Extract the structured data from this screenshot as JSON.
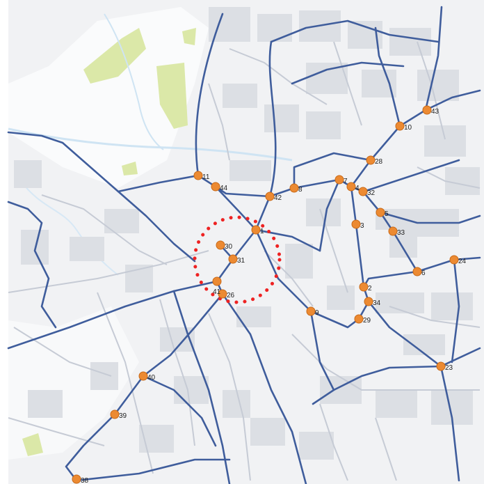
{
  "colors": {
    "background": "#ffffff",
    "map_base": "#eef0f2",
    "building": "#d9dce1",
    "minor_road": "#c7ccd6",
    "route": "#3f5d9c",
    "water": "#cfe4f3",
    "green": "#d9e8a6",
    "node": "#ec8a32",
    "node_stroke": "#c86a18",
    "highlight": "#ee2222"
  },
  "nodes": [
    {
      "id": "n1",
      "label": "1"
    },
    {
      "id": "n2",
      "label": "2"
    },
    {
      "id": "n3",
      "label": "3"
    },
    {
      "id": "n4",
      "label": "4"
    },
    {
      "id": "n5",
      "label": "5"
    },
    {
      "id": "n6",
      "label": "6"
    },
    {
      "id": "n7",
      "label": "7"
    },
    {
      "id": "n8",
      "label": "8"
    },
    {
      "id": "n9",
      "label": "9"
    },
    {
      "id": "n10",
      "label": "10"
    },
    {
      "id": "n11",
      "label": "11"
    },
    {
      "id": "n23",
      "label": "23"
    },
    {
      "id": "n24",
      "label": "24"
    },
    {
      "id": "n26",
      "label": "26"
    },
    {
      "id": "n28",
      "label": "28"
    },
    {
      "id": "n29",
      "label": "29"
    },
    {
      "id": "n30",
      "label": "30"
    },
    {
      "id": "n31",
      "label": "31"
    },
    {
      "id": "n32",
      "label": "32"
    },
    {
      "id": "n33",
      "label": "33"
    },
    {
      "id": "n34",
      "label": "34"
    },
    {
      "id": "n38",
      "label": "38"
    },
    {
      "id": "n39",
      "label": "39"
    },
    {
      "id": "n40",
      "label": "40"
    },
    {
      "id": "n41",
      "label": "41"
    },
    {
      "id": "n42",
      "label": "42"
    },
    {
      "id": "n43",
      "label": "43"
    },
    {
      "id": "n44",
      "label": "44"
    }
  ]
}
